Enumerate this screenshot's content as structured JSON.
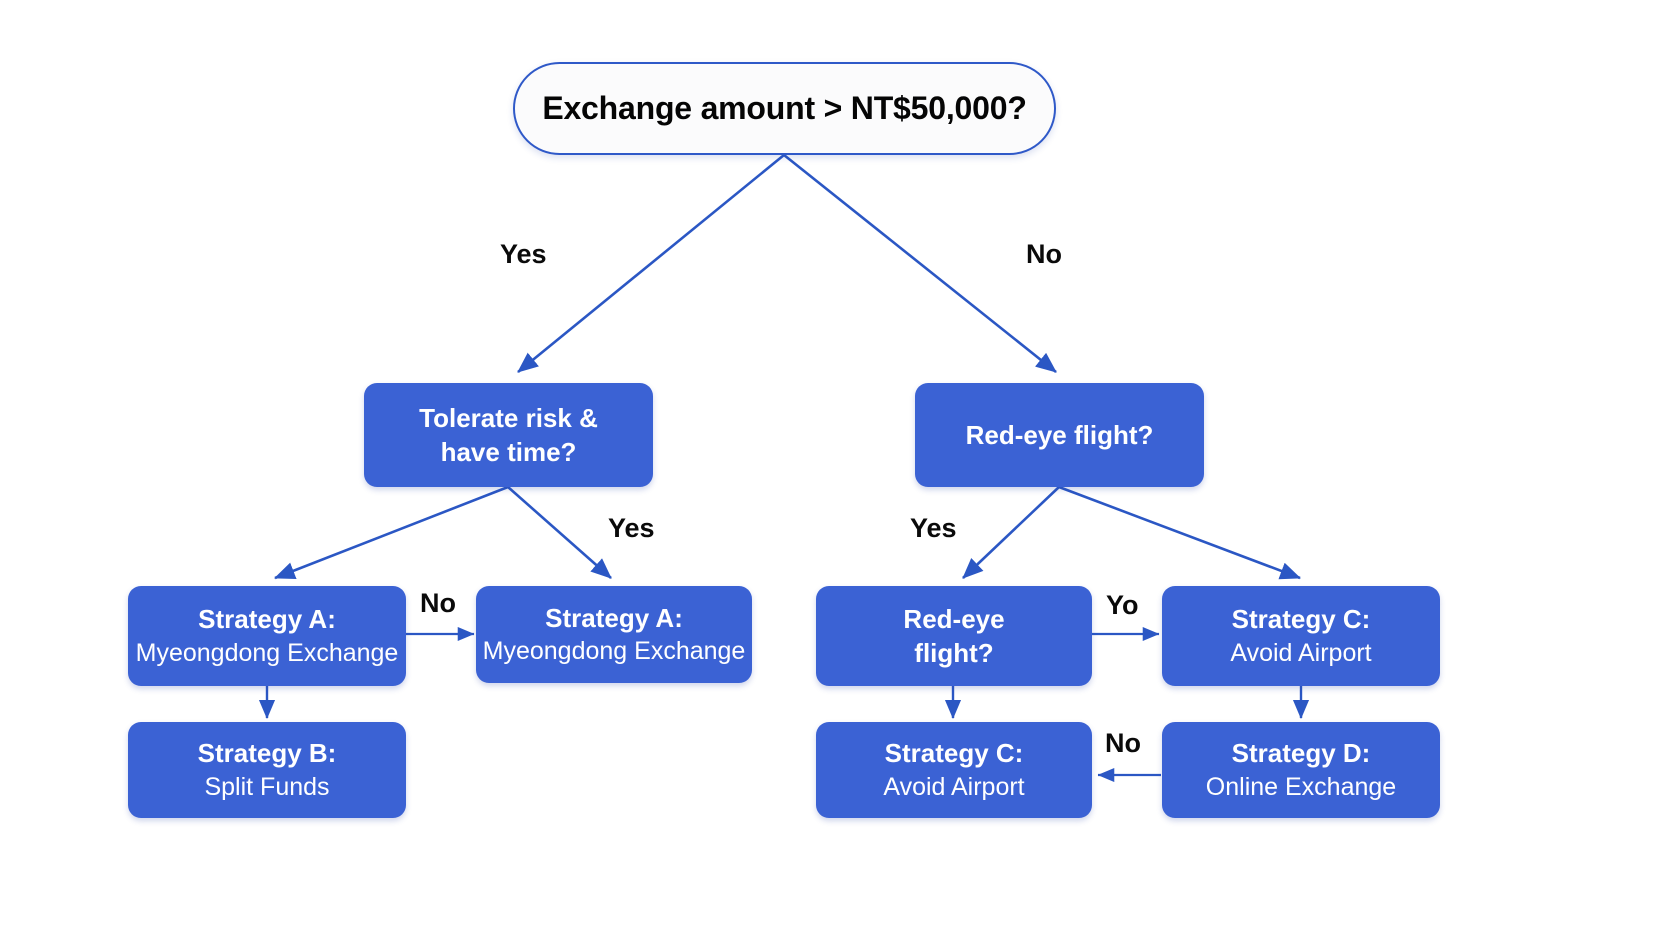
{
  "diagram": {
    "title": "Currency exchange strategy decision tree",
    "colors": {
      "node_fill": "#3b62d4",
      "node_text": "#ffffff",
      "root_border": "#2f59c8",
      "root_fill": "#fbfbfc",
      "edge_stroke": "#2b57c4",
      "label_text": "#0a0a0a",
      "background": "#ffffff"
    },
    "nodes": [
      {
        "id": "root",
        "shape": "rounded-pill",
        "line1": "Exchange amount > NT$50,000?",
        "line2": ""
      },
      {
        "id": "tolerate-risk",
        "shape": "rounded-rect",
        "line1": "Tolerate risk &",
        "line2": "have time?"
      },
      {
        "id": "red-eye-flight-top",
        "shape": "rounded-rect",
        "line1": "Red-eye flight?",
        "line2": ""
      },
      {
        "id": "strategy-a-left",
        "shape": "rounded-rect",
        "line1": "Strategy A:",
        "line2": "Myeongdong Exchange"
      },
      {
        "id": "strategy-a-right",
        "shape": "rounded-rect",
        "line1": "Strategy A:",
        "line2": "Myeongdong Exchange"
      },
      {
        "id": "red-eye-flight-lower",
        "shape": "rounded-rect",
        "line1": "Red-eye",
        "line2": "flight?"
      },
      {
        "id": "strategy-c-right",
        "shape": "rounded-rect",
        "line1": "Strategy C:",
        "line2": "Avoid Airport"
      },
      {
        "id": "strategy-b",
        "shape": "rounded-rect",
        "line1": "Strategy B:",
        "line2": "Split Funds"
      },
      {
        "id": "strategy-c-bottom",
        "shape": "rounded-rect",
        "line1": "Strategy C:",
        "line2": "Avoid Airport"
      },
      {
        "id": "strategy-d",
        "shape": "rounded-rect",
        "line1": "Strategy D:",
        "line2": "Online Exchange"
      }
    ],
    "edge_labels": [
      {
        "id": "root-yes",
        "text": "Yes"
      },
      {
        "id": "root-no",
        "text": "No"
      },
      {
        "id": "left-yes",
        "text": "Yes"
      },
      {
        "id": "left-no",
        "text": "No"
      },
      {
        "id": "right-yes",
        "text": "Yes"
      },
      {
        "id": "right-yo",
        "text": "Yo"
      },
      {
        "id": "right-no",
        "text": "No"
      }
    ]
  }
}
